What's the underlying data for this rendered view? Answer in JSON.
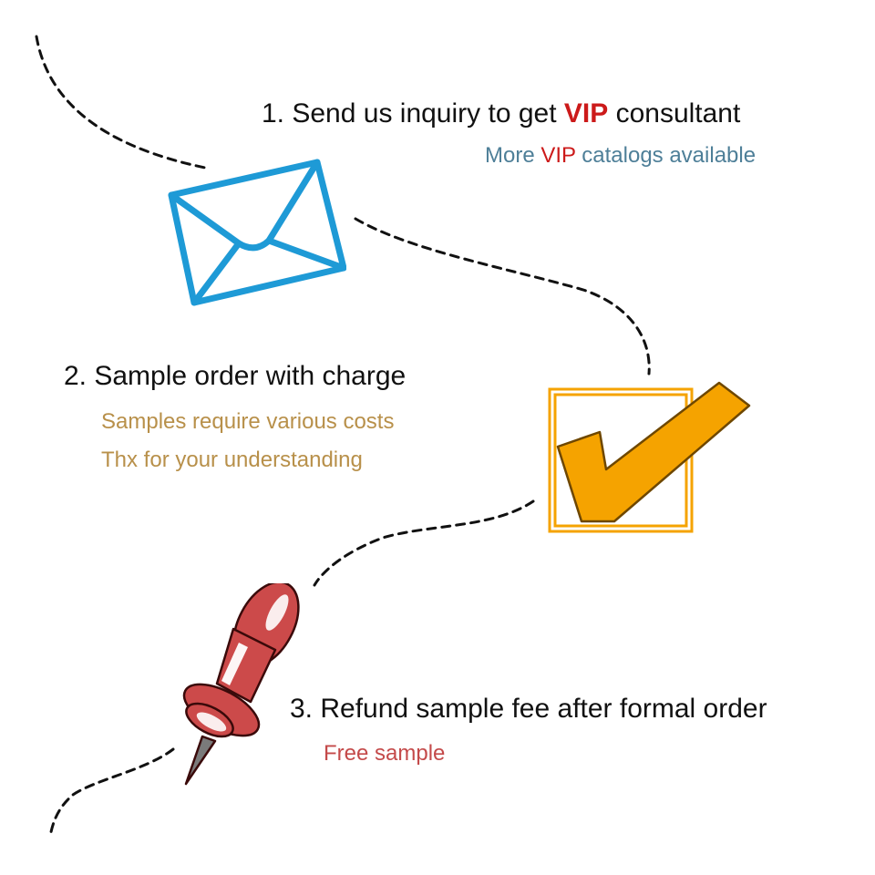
{
  "colors": {
    "text": "#111111",
    "vip_red": "#cc1a1a",
    "step1_sub": "#4e7f98",
    "step2_sub": "#b8904a",
    "step3_sub": "#c44a4a",
    "envelope_blue": "#1e9ad6",
    "check_orange": "#f5a300",
    "pin_red": "#cc4a4a"
  },
  "icons": {
    "step1": "envelope-icon",
    "step2": "checkbox-check-icon",
    "step3": "pushpin-icon"
  },
  "steps": [
    {
      "title_prefix": "1. Send us inquiry to get ",
      "title_highlight": "VIP",
      "title_suffix": " consultant",
      "sub_prefix": "More ",
      "sub_highlight": "VIP",
      "sub_suffix": " catalogs available"
    },
    {
      "title": "2. Sample order with charge",
      "sub_line1": "Samples require various costs",
      "sub_line2": "Thx for your understanding"
    },
    {
      "title": "3. Refund sample fee after formal order",
      "sub": "Free sample"
    }
  ]
}
